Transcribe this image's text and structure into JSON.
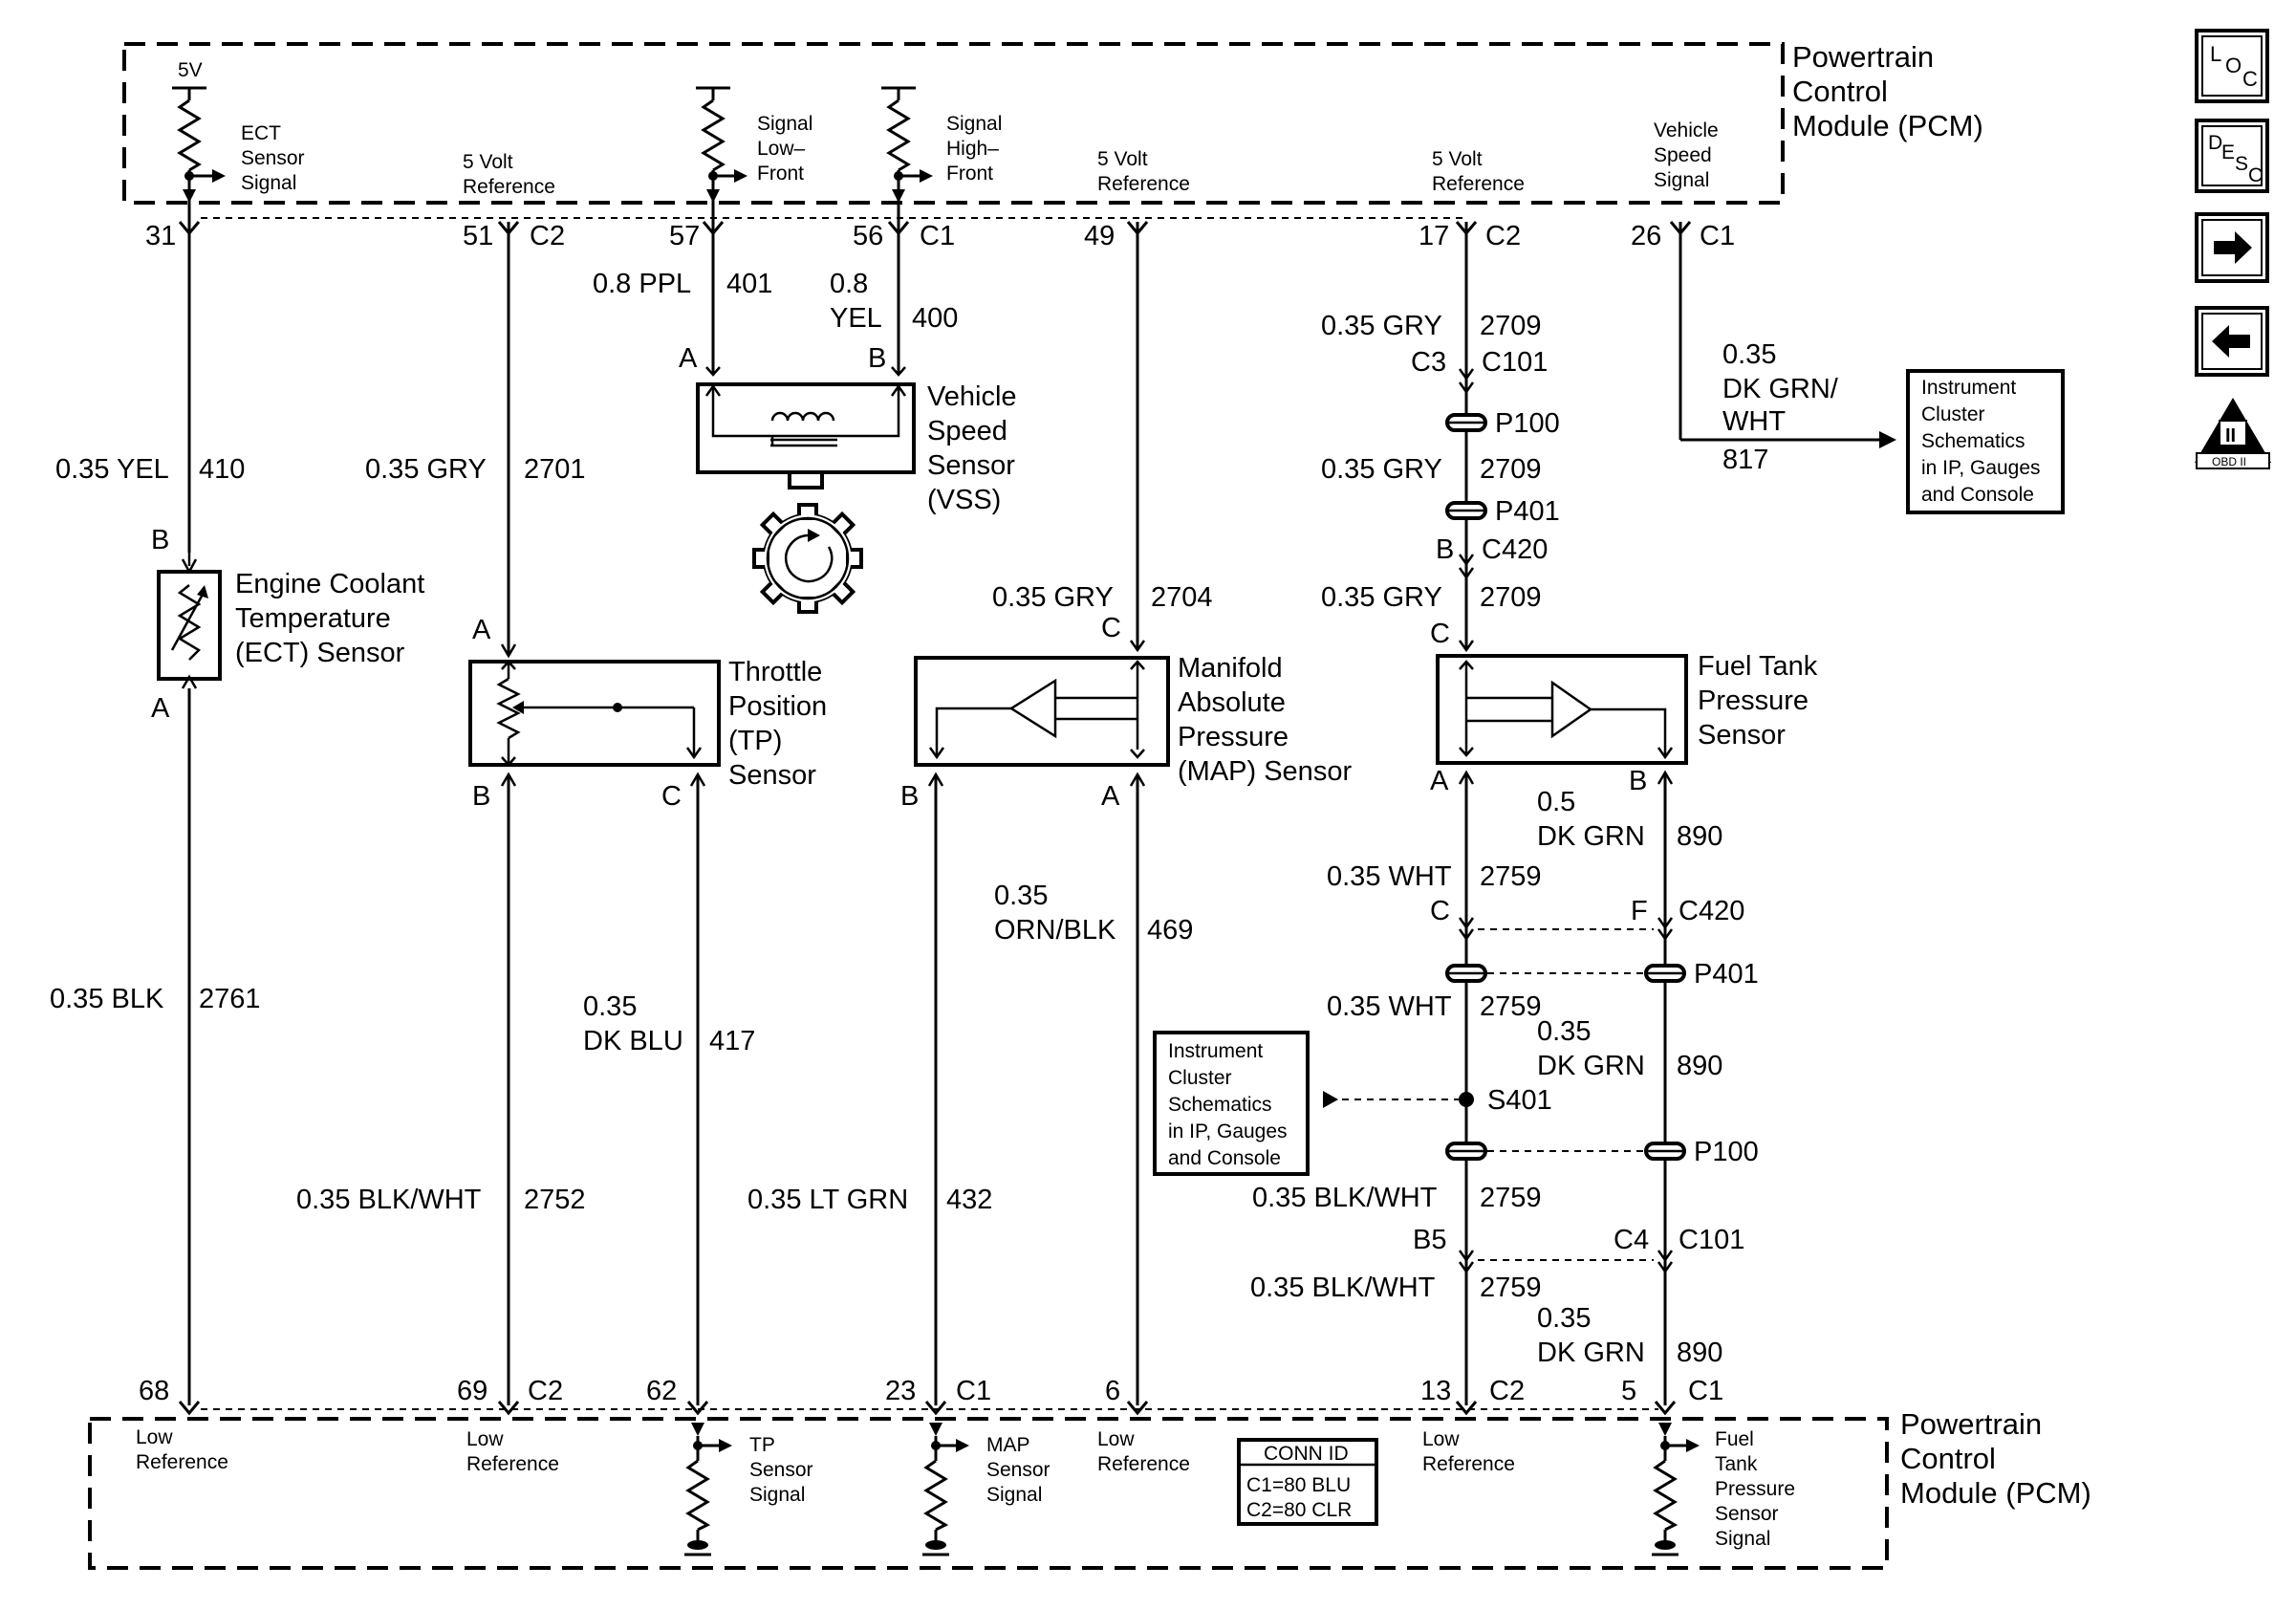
{
  "pcm_top": {
    "title": [
      "Powertrain",
      "Control",
      "Module (PCM)"
    ],
    "supply_5v": "5V",
    "signals": {
      "ect": [
        "ECT",
        "Sensor",
        "Signal"
      ],
      "ref_51": [
        "5 Volt",
        "Reference"
      ],
      "sig_low": [
        "Signal",
        "Low–",
        "Front"
      ],
      "sig_high": [
        "Signal",
        "High–",
        "Front"
      ],
      "ref_49": [
        "5 Volt",
        "Reference"
      ],
      "ref_17": [
        "5 Volt",
        "Reference"
      ],
      "vss_sig": [
        "Vehicle",
        "Speed",
        "Signal"
      ]
    },
    "pins": {
      "p31": "31",
      "p51": "51",
      "c2a": "C2",
      "p57": "57",
      "p56": "56",
      "c1a": "C1",
      "p49": "49",
      "p17": "17",
      "c2b": "C2",
      "p26": "26",
      "c1b": "C1"
    }
  },
  "pcm_bottom": {
    "title": [
      "Powertrain",
      "Control",
      "Module (PCM)"
    ],
    "pins": {
      "p68": "68",
      "p69": "69",
      "c2a": "C2",
      "p62": "62",
      "p23": "23",
      "c1a": "C1",
      "p6": "6",
      "p13": "13",
      "c2b": "C2",
      "p5": "5",
      "c1b": "C1"
    },
    "signals": {
      "low_ref_68": [
        "Low",
        "Reference"
      ],
      "low_ref_69": [
        "Low",
        "Reference"
      ],
      "tp_sig": [
        "TP",
        "Sensor",
        "Signal"
      ],
      "map_sig": [
        "MAP",
        "Sensor",
        "Signal"
      ],
      "low_ref_6": [
        "Low",
        "Reference"
      ],
      "low_ref_13": [
        "Low",
        "Reference"
      ],
      "ftp_sig": [
        "Fuel",
        "Tank",
        "Pressure",
        "Sensor",
        "Signal"
      ]
    },
    "conn_id": {
      "title": "CONN ID",
      "c1": "C1=80 BLU",
      "c2": "C2=80 CLR"
    }
  },
  "wires": {
    "w410": {
      "gauge": "0.35 YEL",
      "circuit": "410"
    },
    "w2761": {
      "gauge": "0.35 BLK",
      "circuit": "2761"
    },
    "w2701": {
      "gauge": "0.35 GRY",
      "circuit": "2701"
    },
    "w2752": {
      "gauge": "0.35 BLK/WHT",
      "circuit": "2752"
    },
    "w401": {
      "gauge": "0.8 PPL",
      "circuit": "401"
    },
    "w400": {
      "gauge": [
        "0.8",
        "YEL"
      ],
      "circuit": "400"
    },
    "w417": {
      "gauge": [
        "0.35",
        "DK BLU"
      ],
      "circuit": "417"
    },
    "w432": {
      "gauge": "0.35 LT GRN",
      "circuit": "432"
    },
    "w2704": {
      "gauge": "0.35 GRY",
      "circuit": "2704"
    },
    "w469": {
      "gauge": [
        "0.35",
        "ORN/BLK"
      ],
      "circuit": "469"
    },
    "w2709a": {
      "gauge": "0.35 GRY",
      "circuit": "2709"
    },
    "w2709b": {
      "gauge": "0.35 GRY",
      "circuit": "2709"
    },
    "w2709c": {
      "gauge": "0.35 GRY",
      "circuit": "2709"
    },
    "w2759a": {
      "gauge": "0.35 WHT",
      "circuit": "2759"
    },
    "w2759b": {
      "gauge": "0.35 WHT",
      "circuit": "2759"
    },
    "w2759c": {
      "gauge": "0.35 BLK/WHT",
      "circuit": "2759"
    },
    "w2759d": {
      "gauge": "0.35 BLK/WHT",
      "circuit": "2759"
    },
    "w890a": {
      "gauge": [
        "0.5",
        "DK GRN"
      ],
      "circuit": "890"
    },
    "w890b": {
      "gauge": [
        "0.35",
        "DK GRN"
      ],
      "circuit": "890"
    },
    "w890c": {
      "gauge": [
        "0.35",
        "DK GRN"
      ],
      "circuit": "890"
    },
    "w817": {
      "gauge": [
        "0.35",
        "DK GRN/",
        "WHT"
      ],
      "circuit": "817"
    }
  },
  "components": {
    "ect": {
      "name": [
        "Engine Coolant",
        "Temperature",
        "(ECT) Sensor"
      ],
      "pin_top": "B",
      "pin_bottom": "A"
    },
    "tp": {
      "name": [
        "Throttle",
        "Position",
        "(TP)",
        "Sensor"
      ],
      "pin_a": "A",
      "pin_b": "B",
      "pin_c": "C"
    },
    "vss": {
      "name": [
        "Vehicle",
        "Speed",
        "Sensor",
        "(VSS)"
      ],
      "pin_a": "A",
      "pin_b": "B"
    },
    "map": {
      "name": [
        "Manifold",
        "Absolute",
        "Pressure",
        "(MAP) Sensor"
      ],
      "pin_a": "A",
      "pin_b": "B",
      "pin_c": "C"
    },
    "ftp": {
      "name": [
        "Fuel Tank",
        "Pressure",
        "Sensor"
      ],
      "pin_a": "A",
      "pin_b": "B",
      "pin_c": "C"
    }
  },
  "connectors": {
    "c3": "C3",
    "c101a": "C101",
    "p100a": "P100",
    "p401a": "P401",
    "b1": "B",
    "c420a": "C420",
    "c_ftp": "C",
    "c_at_c420": "C",
    "f": "F",
    "c420b": "C420",
    "p401b": "P401",
    "s401": "S401",
    "p100b": "P100",
    "b5": "B5",
    "c4": "C4",
    "c101b": "C101"
  },
  "refs": {
    "ic_right": [
      "Instrument",
      "Cluster",
      "Schematics",
      "in IP, Gauges",
      "and Console"
    ],
    "ic_mid": [
      "Instrument",
      "Cluster",
      "Schematics",
      "in IP, Gauges",
      "and Console"
    ]
  },
  "nav": {
    "loc": {
      "l": "L",
      "o": "O",
      "c": "C"
    },
    "desc": {
      "d": "D",
      "e": "E",
      "s": "S",
      "c": "C"
    },
    "obd": {
      "numeral": "II",
      "label": "OBD II"
    }
  }
}
